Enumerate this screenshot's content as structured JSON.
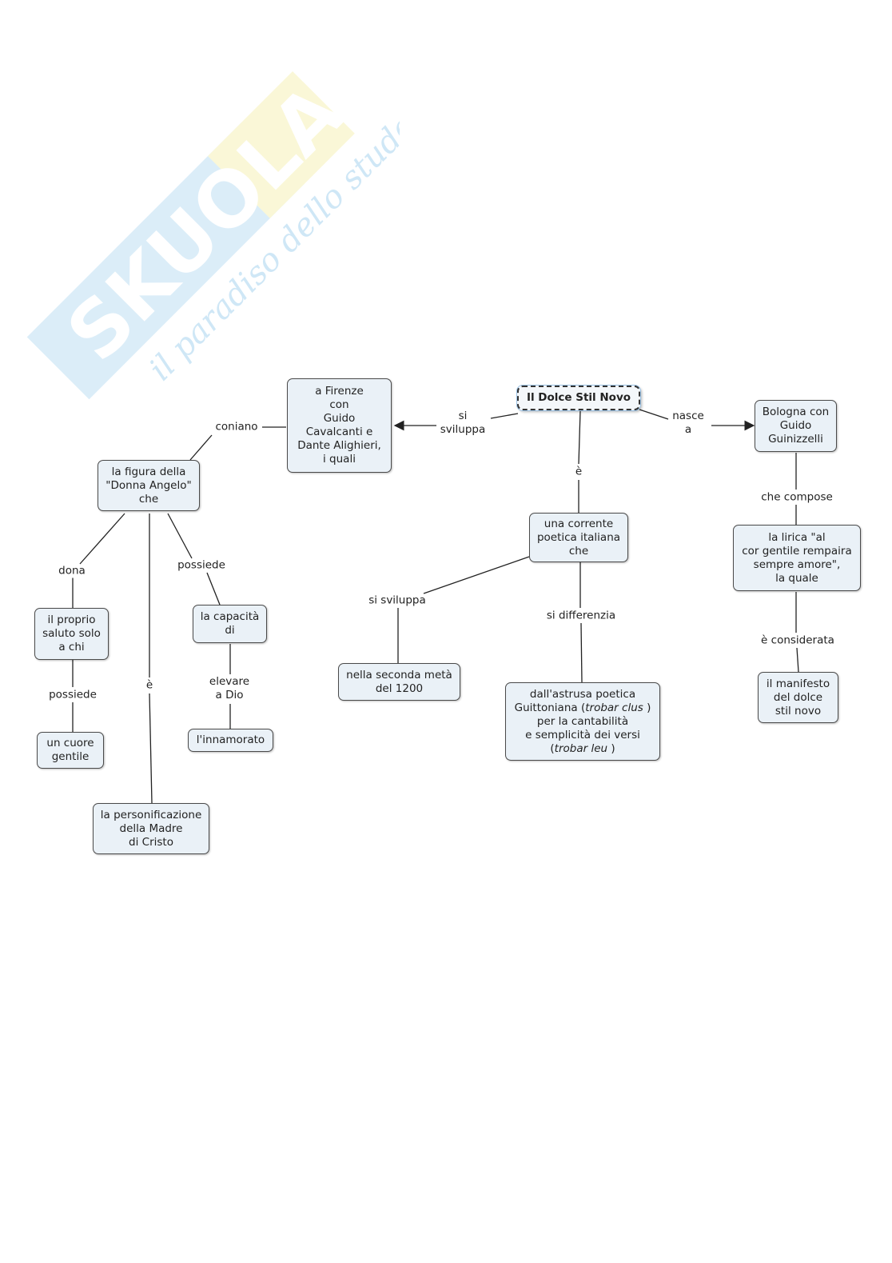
{
  "watermark": {
    "logo_text": "SKUOLA.net",
    "tagline": "il paradiso dello studente",
    "colors": {
      "blue": "#3aa3e0",
      "yellow": "#f2e84b"
    }
  },
  "nodes": {
    "root": "Il Dolce Stil Novo",
    "firenze": "a Firenze\ncon\nGuido\nCavalcanti e\nDante Alighieri,\ni quali",
    "bologna": "Bologna con\nGuido\nGuinizzelli",
    "corrente": "una corrente\npoetica italiana\nche",
    "donna_angelo": "la figura della\n\"Donna Angelo\"\nche",
    "saluto": "il proprio\nsaluto solo\na chi",
    "cuore": "un cuore\ngentile",
    "capacita": "la capacità\ndi",
    "innamorato": "l'innamorato",
    "madre": "la personificazione\ndella Madre\ndi Cristo",
    "seconda_meta": "nella seconda metà\ndel 1200",
    "astrusa": {
      "line1": "dall'astrusa poetica",
      "line2_pre": "Guittoniana (",
      "line2_em": "trobar clus",
      "line2_post": " )",
      "line3": "per la cantabilità",
      "line4": "e semplicità dei versi",
      "line5_pre": "(",
      "line5_em": "trobar leu",
      "line5_post": " )"
    },
    "lirica": "la lirica \"al\ncor gentile rempaira\nsempre amore\",\nla quale",
    "manifesto": "il manifesto\ndel dolce\nstil novo"
  },
  "links": {
    "si_sviluppa_top": "si\nsviluppa",
    "nasce_a": "nasce\na",
    "e_center": "è",
    "coniano": "coniano",
    "dona": "dona",
    "e_left": "è",
    "possiede_right": "possiede",
    "possiede_left": "possiede",
    "elevare": "elevare\na Dio",
    "si_sviluppa_bottom": "si sviluppa",
    "si_differenzia": "si differenzia",
    "che_compose": "che compose",
    "e_considerata": "è considerata"
  },
  "colors": {
    "node_fill": "#eaf1f7",
    "node_border": "#4a4a4a",
    "line": "#222222",
    "root_glow": "#9cc3e6"
  }
}
